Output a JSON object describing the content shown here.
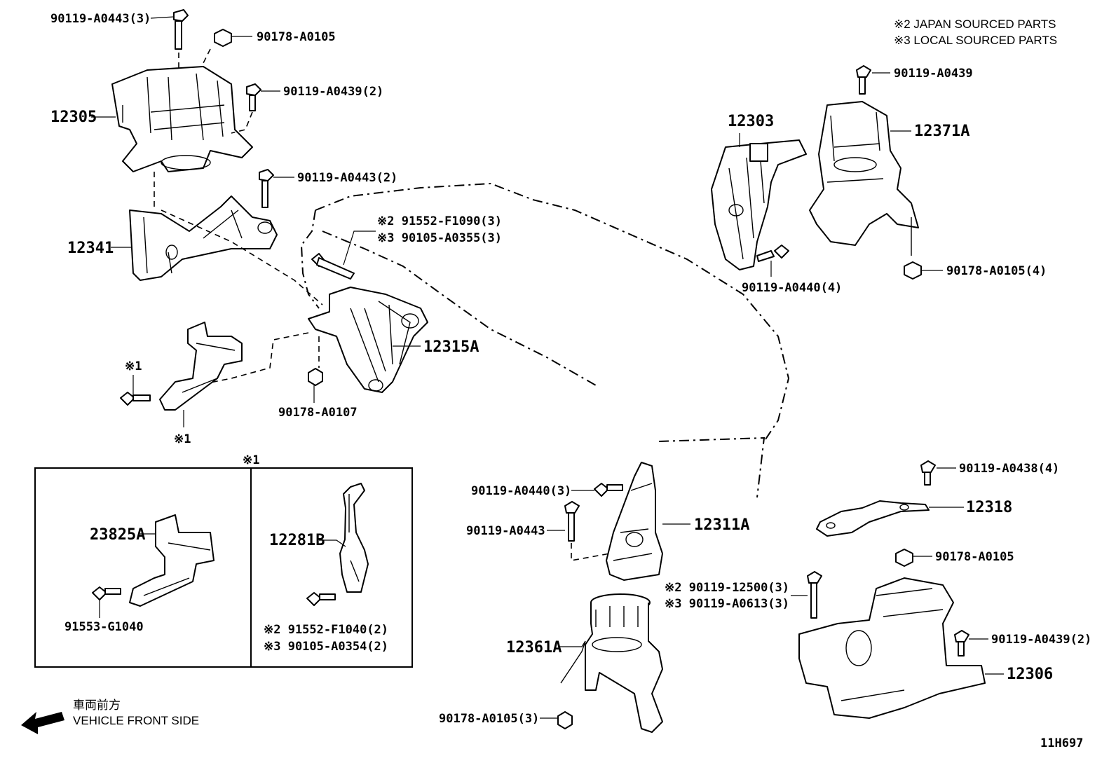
{
  "notes": {
    "japan": "※2 JAPAN SOURCED PARTS",
    "local": "※3 LOCAL SOURCED PARTS"
  },
  "footer": {
    "jp_label": "車両前方",
    "front_label": "VEHICLE FRONT SIDE",
    "diagram_code": "11H697"
  },
  "labels": {
    "bolt_top_left": "90119-A0443(3)",
    "nut_top_left": "90178-A0105",
    "bolt_0439_2_left": "90119-A0439(2)",
    "part_12305": "12305",
    "bolt_0443_2": "90119-A0443(2)",
    "part_12341": "12341",
    "bolt_f1090": "※2 91552-F1090(3)",
    "bolt_a0355": "※3 90105-A0355(3)",
    "part_12315A": "12315A",
    "nut_0107": "90178-A0107",
    "mark1_bolt": "※1",
    "mark1_part": "※1",
    "mark1_box": "※1",
    "part_23825A": "23825A",
    "bolt_g1040": "91553-G1040",
    "part_12281B": "12281B",
    "bolt_f1040": "※2 91552-F1040(2)",
    "bolt_a0354": "※3 90105-A0354(2)",
    "part_12303": "12303",
    "bolt_0439_top_right": "90119-A0439",
    "part_12371A": "12371A",
    "bolt_0440_4": "90119-A0440(4)",
    "nut_0105_4": "90178-A0105(4)",
    "bolt_0440_3": "90119-A0440(3)",
    "bolt_0443_center": "90119-A0443",
    "part_12311A": "12311A",
    "bolt_12500": "※2 90119-12500(3)",
    "bolt_a0613": "※3 90119-A0613(3)",
    "part_12361A": "12361A",
    "nut_0105_3": "90178-A0105(3)",
    "bolt_0438_4": "90119-A0438(4)",
    "part_12318": "12318",
    "nut_0105_right": "90178-A0105",
    "bolt_0439_2_right": "90119-A0439(2)",
    "part_12306": "12306"
  },
  "icons": [
    "arrow-left-icon",
    "bolt-icon",
    "nut-icon"
  ]
}
